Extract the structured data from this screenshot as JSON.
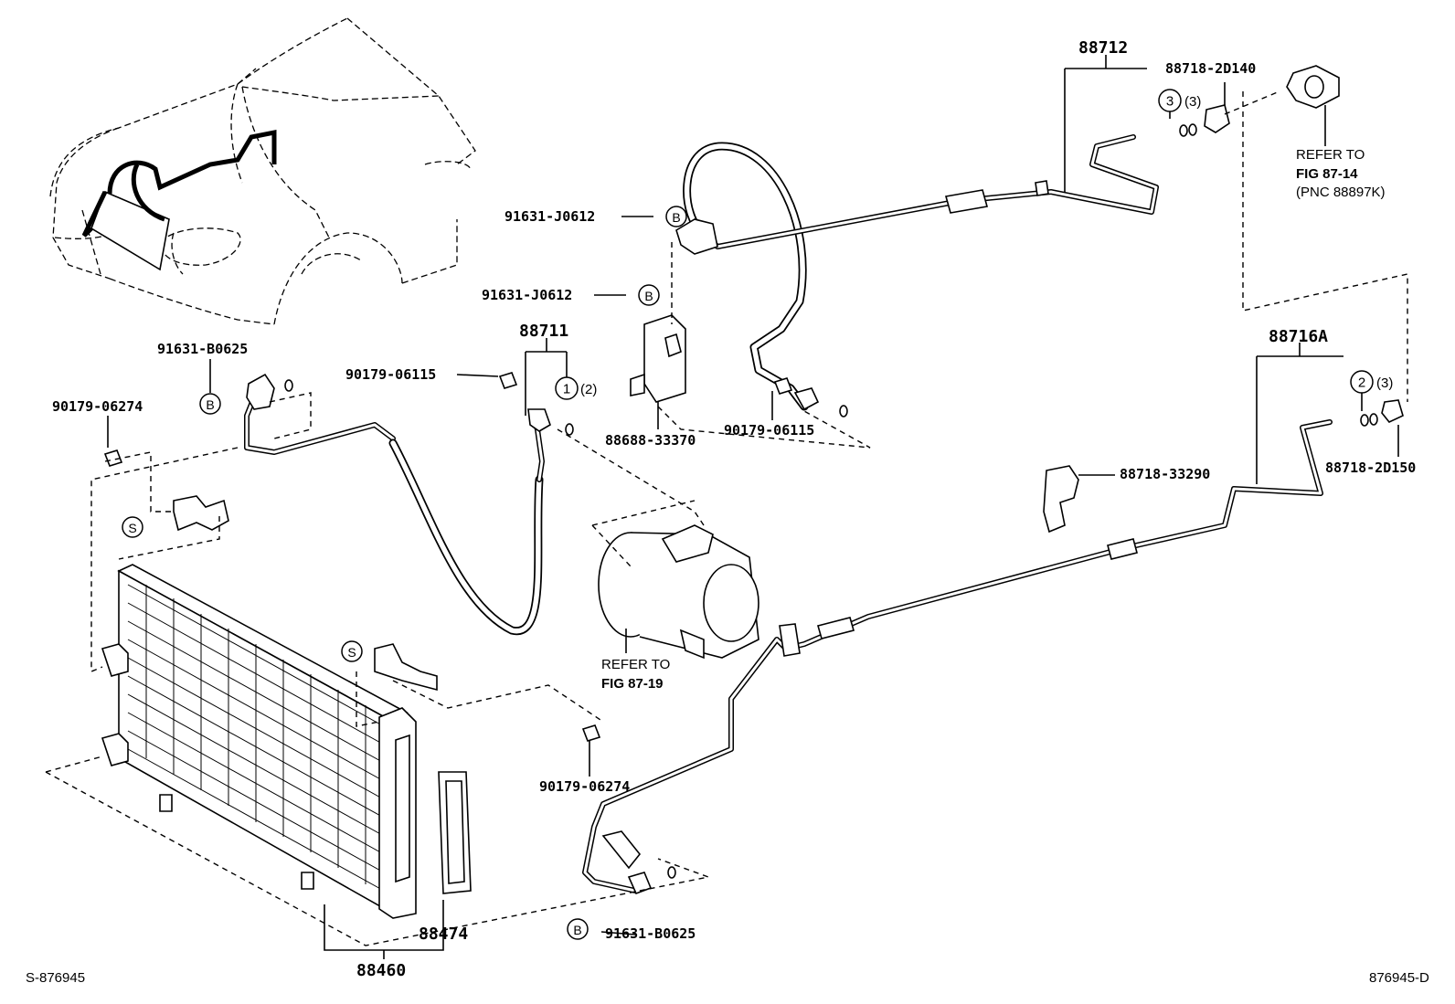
{
  "diagram": {
    "part_numbers": {
      "hose_discharge": "88711",
      "hose_suction": "88712",
      "tube_liquid": "88716A",
      "condenser_assy": "88460",
      "receiver": "88474",
      "bracket_88688": "88688-33370",
      "clamp_33290": "88718-33290",
      "clamp_2d140": "88718-2D140",
      "clamp_2d150": "88718-2D150",
      "bolt_j0612_a": "91631-J0612",
      "bolt_j0612_b": "91631-J0612",
      "bolt_b0625_a": "91631-B0625",
      "bolt_b0625_b": "91631-B0625",
      "nut_06274_a": "90179-06274",
      "nut_06274_b": "90179-06274",
      "nut_06115_a": "90179-06115",
      "nut_06115_b": "90179-06115"
    },
    "callouts": {
      "b": "B",
      "s": "S",
      "c1": "1",
      "c2": "2",
      "c3": "3",
      "q2": "(2)",
      "q3a": "(3)",
      "q3b": "(3)"
    },
    "notes": {
      "refer_compressor_1": "REFER TO",
      "refer_compressor_2": "FIG 87-19",
      "refer_grommet_1": "REFER TO",
      "refer_grommet_2": "FIG 87-14",
      "refer_grommet_3": "(PNC 88897K)"
    },
    "footer": {
      "left_code": "S-876945",
      "right_code": "876945-D"
    }
  }
}
